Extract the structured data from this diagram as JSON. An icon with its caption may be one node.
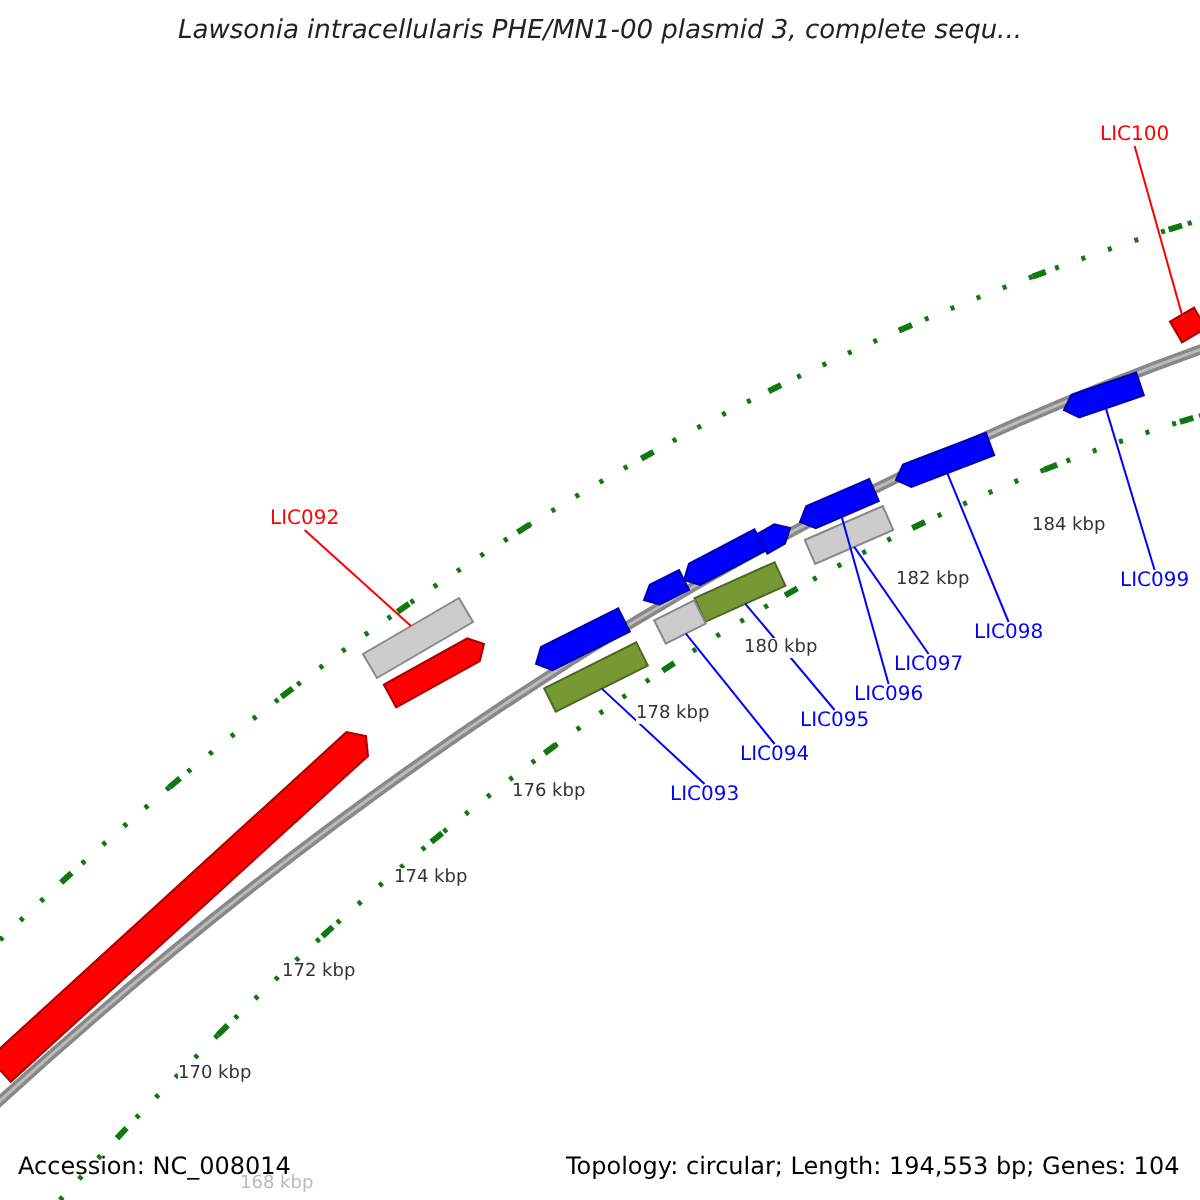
{
  "diagram": {
    "title": "Lawsonia intracellularis PHE/MN1-00 plasmid 3, complete sequ...",
    "nodes": [
      {
        "text": [
          "LIC100"
        ]
      },
      {
        "text": [],
        "shape": "bar"
      },
      {
        "text": [
          "LIC092"
        ]
      },
      {
        "text": [],
        "shape": "bar"
      },
      {
        "text": [
          "LIC099"
        ]
      },
      {
        "text": [],
        "shape": "bar"
      },
      {
        "text": [
          "LIC098"
        ]
      },
      {
        "text": [],
        "shape": "bar"
      },
      {
        "text": [
          "LIC097"
        ]
      },
      {
        "text": [],
        "shape": "bar"
      },
      {
        "text": [
          "LIC096"
        ]
      },
      {
        "text": [],
        "shape": "bar"
      },
      {
        "text": [
          "LIC095"
        ]
      },
      {
        "text": [],
        "shape": "bar"
      },
      {
        "text": [
          "LIC094"
        ]
      },
      {
        "text": [],
        "shape": "bar"
      },
      {
        "text": [
          "LIC093"
        ]
      },
      {
        "text": [],
        "shape": "bar"
      }
    ],
    "edges": [
      {
        "from": 0,
        "to": 1,
        "arrow": "none",
        "color": "#ff0000"
      },
      {
        "from": 2,
        "to": 3,
        "arrow": "none",
        "color": "#ff0000"
      },
      {
        "from": 4,
        "to": 5,
        "arrow": "none"
      },
      {
        "from": 6,
        "to": 7,
        "arrow": "none"
      },
      {
        "from": 8,
        "to": 9,
        "arrow": "none"
      },
      {
        "from": 10,
        "to": 11,
        "arrow": "none"
      },
      {
        "from": 12,
        "to": 13,
        "arrow": "none"
      },
      {
        "from": 14,
        "to": 15,
        "arrow": "none"
      },
      {
        "from": 16,
        "to": 17,
        "arrow": "none"
      }
    ],
    "labels": [
      "184 kbp",
      "182 kbp",
      "180 kbp",
      "178 kbp",
      "176 kbp",
      "174 kbp",
      "172 kbp",
      "170 kbp",
      "168 kbp",
      "Accession: NC_008014",
      "Topology: circular; Length: 194,553 bp; Genes: 104"
    ]
  }
}
